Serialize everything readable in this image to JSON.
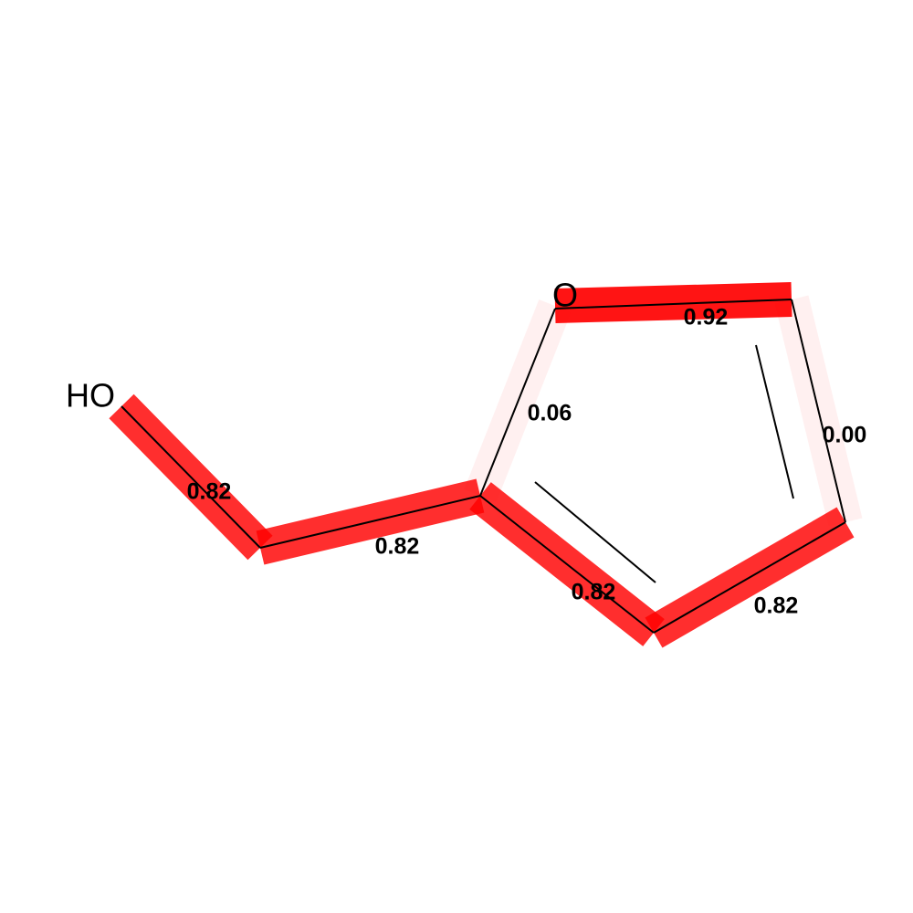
{
  "molecule": {
    "atoms": [
      {
        "id": "o_hydroxyl",
        "label": "HO"
      },
      {
        "id": "c_methylene",
        "label": ""
      },
      {
        "id": "c2",
        "label": ""
      },
      {
        "id": "o_ring",
        "label": "O"
      },
      {
        "id": "c5",
        "label": ""
      },
      {
        "id": "c4",
        "label": ""
      },
      {
        "id": "c3",
        "label": ""
      }
    ],
    "bonds": [
      {
        "name": "bond-ho-ch2",
        "from": "o_hydroxyl",
        "to": "c_methylene",
        "order": 1,
        "weight": 0.82,
        "label": "0.82"
      },
      {
        "name": "bond-ch2-c2",
        "from": "c_methylene",
        "to": "c2",
        "order": 1,
        "weight": 0.82,
        "label": "0.82"
      },
      {
        "name": "bond-c2-oring",
        "from": "c2",
        "to": "o_ring",
        "order": 1,
        "weight": 0.06,
        "label": "0.06"
      },
      {
        "name": "bond-oring-c5",
        "from": "o_ring",
        "to": "c5",
        "order": 1,
        "weight": 0.92,
        "label": "0.92"
      },
      {
        "name": "bond-c5-c4",
        "from": "c5",
        "to": "c4",
        "order": 2,
        "weight": 0.0,
        "label": "0.00"
      },
      {
        "name": "bond-c4-c3",
        "from": "c4",
        "to": "c3",
        "order": 1,
        "weight": 0.82,
        "label": "0.82"
      },
      {
        "name": "bond-c3-c2",
        "from": "c3",
        "to": "c2",
        "order": 2,
        "weight": 0.82,
        "label": "0.82"
      }
    ]
  },
  "colors": {
    "highlight": "#ff0000",
    "bond": "#000000",
    "background": "#ffffff"
  }
}
